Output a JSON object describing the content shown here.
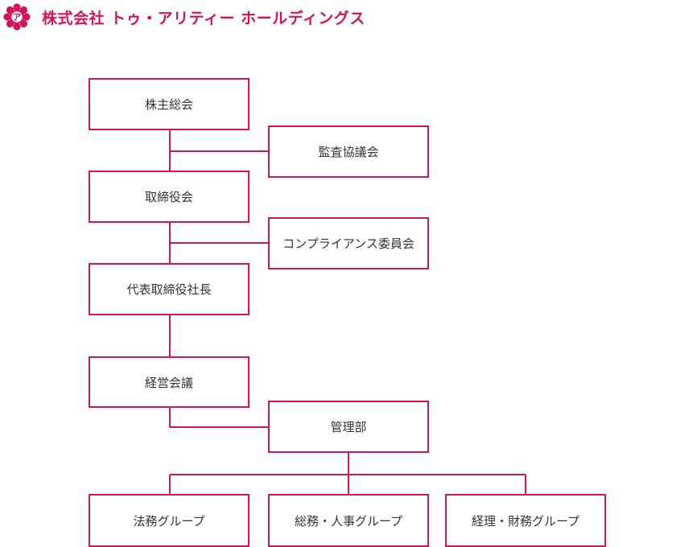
{
  "header": {
    "company_name": "株式会社 トゥ・アリティー ホールディングス",
    "logo_glyph": "ア",
    "logo_icon": "flower-crest-icon",
    "brand_color": "#d4145a"
  },
  "org_chart": {
    "box_border_color": "#d4145a",
    "text_color": "#333333",
    "nodes": {
      "shareholders_meeting": "株主総会",
      "audit_committee": "監査協議会",
      "board_of_directors": "取締役会",
      "compliance_committee": "コンプライアンス委員会",
      "representative_director": "代表取締役社長",
      "management_meeting": "経営会議",
      "administration_department": "管理部",
      "legal_affairs_group": "法務グループ",
      "general_affairs_hr_group": "総務・人事グループ",
      "accounting_finance_group": "経理・財務グループ"
    }
  }
}
